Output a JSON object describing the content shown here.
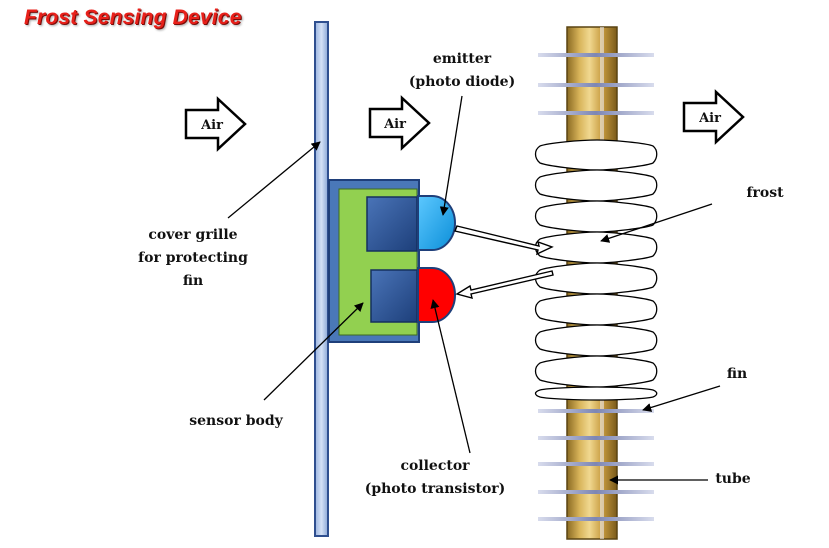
{
  "title": "Frost Sensing Device",
  "arrows": {
    "air_left": "Air",
    "air_middle": "Air",
    "air_right": "Air"
  },
  "labels": {
    "emitter_line1": "emitter",
    "emitter_line2": "(photo diode)",
    "cover_line1": "cover grille",
    "cover_line2": "for protecting",
    "cover_line3": "fin",
    "sensor_body": "sensor body",
    "collector_line1": "collector",
    "collector_line2": "(photo transistor)",
    "frost": "frost",
    "fin": "fin",
    "tube": "tube"
  },
  "colors": {
    "title": "#e8201a",
    "grille": "#b8cdef",
    "sensor_frame": "#4a78b8",
    "sensor_body": "#92d050",
    "emitter": "#18a8ee",
    "collector": "#ff0000",
    "tube": "#c8a040",
    "fin": "#8a93bd"
  }
}
